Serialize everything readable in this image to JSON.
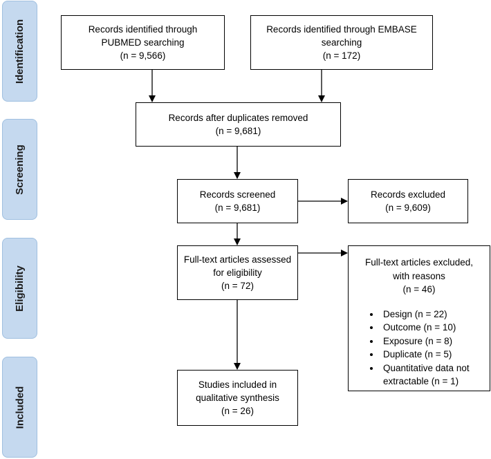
{
  "phases": [
    {
      "id": "identification",
      "label": "Identification"
    },
    {
      "id": "screening",
      "label": "Screening"
    },
    {
      "id": "eligibility",
      "label": "Eligibility"
    },
    {
      "id": "included",
      "label": "Included"
    }
  ],
  "boxes": {
    "pubmed": {
      "lines": [
        "Records identified through",
        "PUBMED searching",
        "(n =  9,566)"
      ]
    },
    "embase": {
      "lines": [
        "Records identified through EMBASE",
        "searching",
        "(n =  172)"
      ]
    },
    "duplicates": {
      "lines": [
        "Records after duplicates removed",
        "(n = 9,681)"
      ]
    },
    "screened": {
      "lines": [
        "Records screened",
        "(n = 9,681)"
      ]
    },
    "excluded": {
      "lines": [
        "Records excluded",
        "(n = 9,609)"
      ]
    },
    "fulltext": {
      "lines": [
        "Full-text articles assessed",
        "for eligibility",
        "(n = 72)"
      ]
    },
    "included": {
      "lines": [
        "Studies included in",
        "qualitative synthesis",
        "(n =  26)"
      ]
    }
  },
  "fulltext_excluded": {
    "heading_lines": [
      "Full-text articles excluded,",
      "with reasons",
      "(n = 46)"
    ],
    "reasons": [
      "Design (n = 22)",
      "Outcome (n = 10)",
      "Exposure (n = 8)",
      "Duplicate (n = 5)",
      "Quantitative data not extractable (n = 1)"
    ]
  }
}
